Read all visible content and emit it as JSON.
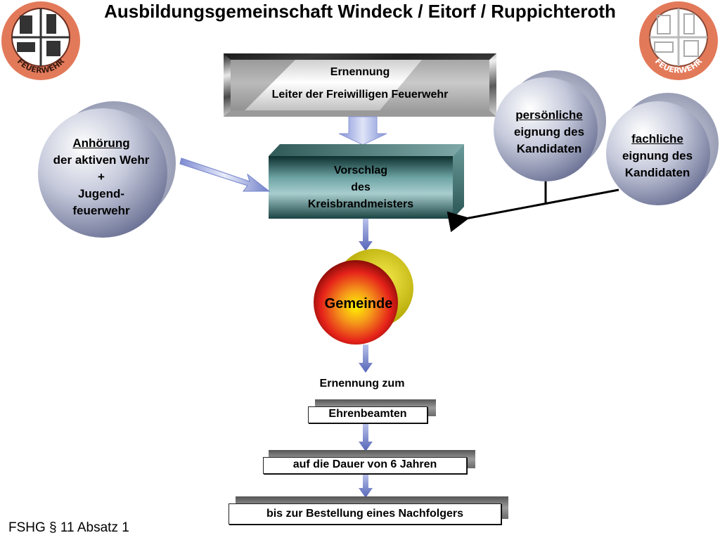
{
  "title": "Ausbildungsgemeinschaft Windeck / Eitorf / Ruppichteroth",
  "logo_text": "FEUERWEHR",
  "colors": {
    "logo_orange": "#e27a5a",
    "arrow_blue": "#6f7fc8",
    "vorschlag_top": "#0f3431",
    "vorschlag_bottom": "#8fb9bb",
    "gemeinde_red": "#e5221a",
    "gemeinde_yellow": "#e8d400"
  },
  "ernennung": {
    "line1": "Ernennung",
    "line2": "Leiter der Freiwilligen Feuerwehr"
  },
  "vorschlag": {
    "line1": "Vorschlag",
    "line2": "des",
    "line3": "Kreisbrandmeisters"
  },
  "anhoerung": {
    "line1": "Anhörung",
    "line2": "der aktiven Wehr",
    "line3": "+",
    "line4": "Jugend-",
    "line5": "feuerwehr"
  },
  "persoenliche": {
    "line1": "persönliche",
    "line2": "eignung des",
    "line3": "Kandidaten"
  },
  "fachliche": {
    "line1": "fachliche",
    "line2": "eignung des",
    "line3": "Kandidaten"
  },
  "gemeinde": "Gemeinde",
  "ernennung_zum": "Ernennung zum",
  "ehrenbeamten": "Ehrenbeamten",
  "dauer": "auf die Dauer von 6 Jahren",
  "nachfolger": "bis zur Bestellung eines Nachfolgers",
  "footer": "FSHG § 11 Absatz 1"
}
